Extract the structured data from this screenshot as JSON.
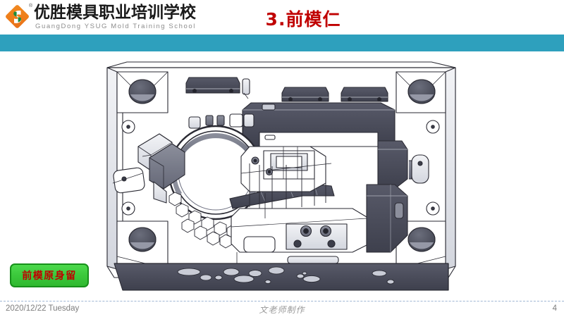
{
  "header": {
    "logo": {
      "registered_mark": "®",
      "name_cn": "优胜模具职业培训学校",
      "name_en": "GuangDong YSUG Mold Training School",
      "mark_icon": "ysug-diamond-logo-icon",
      "colors": {
        "orange": "#ef7f1a",
        "green": "#1f8a3b",
        "white": "#ffffff"
      }
    },
    "title": "3.前模仁",
    "title_color": "#c00000",
    "accent_bar_color": "#2ea0bd"
  },
  "main": {
    "figure": {
      "caption_icon": "cad-mold-core-drawing",
      "description": "前模仁 CAD 立体图",
      "line_color": "#2a2a33",
      "shade_dark": "#484a58",
      "shade_mid": "#6d7080",
      "shade_light": "#c9ccd6",
      "background": "#ffffff"
    },
    "callout": {
      "label": "前模原身留",
      "text_color": "#c00000",
      "fill_color": "#3bc83b",
      "border_color": "#17901a"
    }
  },
  "footer": {
    "date": "2020/12/22 Tuesday",
    "center_note": "文老师制作",
    "page_number": "4",
    "divider_color": "#9fb6d4"
  }
}
